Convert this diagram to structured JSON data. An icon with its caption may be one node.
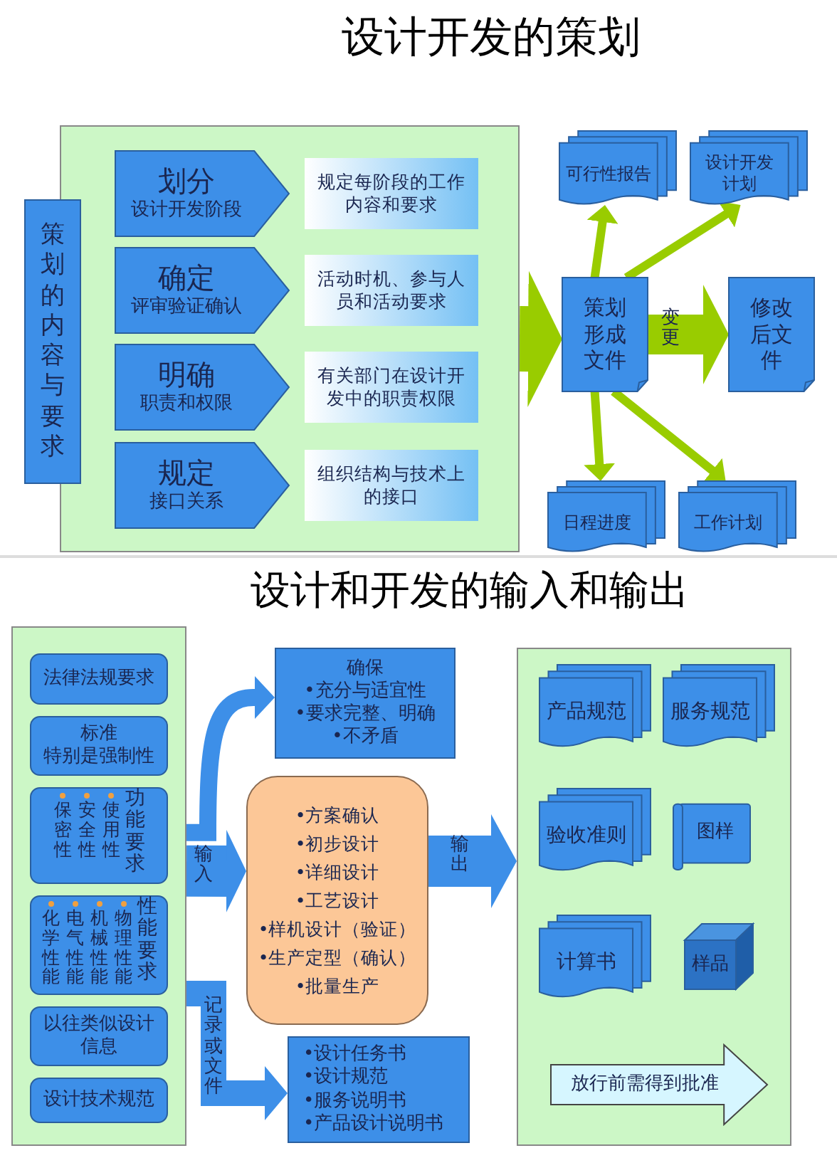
{
  "diagram": {
    "title": "设计开发的策划",
    "nodes": [
      {
        "text": [
          "策划的内容与要求"
        ]
      },
      {
        "text": [],
        "shape": "box"
      },
      {
        "text": [
          "划分",
          "设计开发阶段"
        ],
        "in": 1
      },
      {
        "text": [
          "规定每阶段的工作内容和要求"
        ],
        "in": 1
      },
      {
        "text": [
          "确定",
          "评审验证确认"
        ],
        "in": 1
      },
      {
        "text": [
          "活动时机、参与人员和活动要求"
        ],
        "in": 1
      },
      {
        "text": [
          "明确",
          "职责和权限"
        ],
        "in": 1
      },
      {
        "text": [
          "有关部门在设计开发中的职责权限"
        ],
        "in": 1
      },
      {
        "text": [
          "规定",
          "接口关系"
        ],
        "in": 1
      },
      {
        "text": [
          "组织结构与技术上的接口"
        ],
        "in": 1
      },
      {
        "text": [
          "可行性报告"
        ]
      },
      {
        "text": [
          "设计开发计划"
        ]
      },
      {
        "text": [
          "策划形成文件"
        ]
      },
      {
        "text": [
          "修改后文件"
        ]
      },
      {
        "text": [
          "日程进度"
        ]
      },
      {
        "text": [
          "工作计划"
        ]
      },
      {
        "text": [],
        "shape": "box"
      },
      {
        "text": [
          "法律法规要求"
        ],
        "in": 16
      },
      {
        "text": [
          "标准",
          "特别是强制性"
        ],
        "in": 16
      },
      {
        "text": [
          "保密性",
          "安全性",
          "使用性",
          "功能要求"
        ],
        "in": 16
      },
      {
        "text": [
          "化学性能",
          "电气性能",
          "机械性能",
          "物理性能",
          "性能要求"
        ],
        "in": 16
      },
      {
        "text": [
          "以往类似设计信息"
        ],
        "in": 16
      },
      {
        "text": [
          "设计技术规范"
        ],
        "in": 16
      },
      {
        "text": [
          "确保",
          "•充分与适宜性",
          "•要求完整、明确",
          "•不矛盾"
        ]
      },
      {
        "text": [
          "•方案确认",
          "•初步设计",
          "•详细设计",
          "•工艺设计",
          "•样机设计（验证）",
          "•生产定型（确认）",
          "•批量生产"
        ]
      },
      {
        "text": [
          "•设计任务书",
          "•设计规范",
          "•服务说明书",
          "•产品设计说明书"
        ]
      },
      {
        "text": [],
        "shape": "box"
      },
      {
        "text": [
          "产品规范"
        ],
        "in": 26
      },
      {
        "text": [
          "服务规范"
        ],
        "in": 26
      },
      {
        "text": [
          "验收准则"
        ],
        "in": 26
      },
      {
        "text": [
          "图样"
        ],
        "in": 26
      },
      {
        "text": [
          "计算书"
        ],
        "in": 26
      },
      {
        "text": [
          "样品"
        ],
        "in": 26
      },
      {
        "text": [
          "放行前需得到批准"
        ],
        "in": 26
      }
    ],
    "edges": [
      {
        "from": 1,
        "to": 12,
        "arrow": "to"
      },
      {
        "from": 12,
        "to": 13,
        "label": "变更",
        "arrow": "to"
      },
      {
        "from": 12,
        "to": 10,
        "arrow": "to"
      },
      {
        "from": 12,
        "to": 11,
        "arrow": "to"
      },
      {
        "from": 12,
        "to": 14,
        "arrow": "to"
      },
      {
        "from": 12,
        "to": 15,
        "arrow": "to"
      },
      {
        "from": 16,
        "to": 24,
        "label": "输入",
        "arrow": "to",
        "color": "#3d8fe8"
      },
      {
        "from": 16,
        "to": 23,
        "arrow": "to",
        "color": "#3d8fe8"
      },
      {
        "from": 16,
        "to": 25,
        "label": "记录或文件",
        "arrow": "to",
        "color": "#3d8fe8"
      },
      {
        "from": 24,
        "to": 26,
        "label": "输出",
        "arrow": "to",
        "color": "#3d8fe8"
      }
    ],
    "labels": [
      "设计和开发的输入和输出"
    ]
  }
}
